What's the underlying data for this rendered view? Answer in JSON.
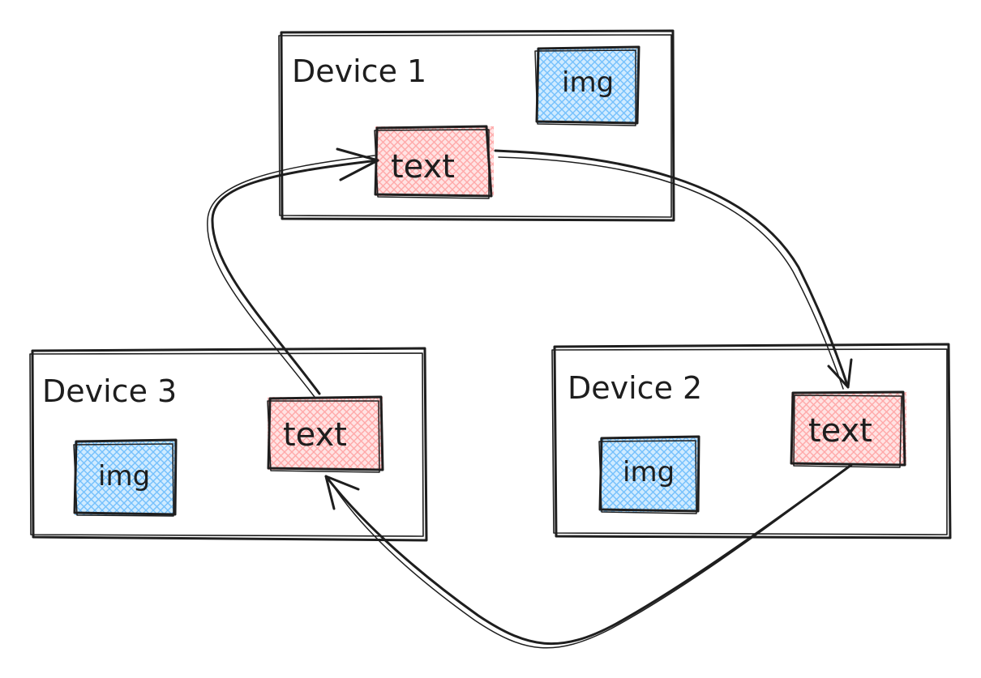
{
  "colors": {
    "ink": "#1e1e1e",
    "text_fill": "#ffc9c9",
    "text_hatch": "#ffa8a8",
    "img_fill": "#a5d8ff",
    "img_hatch": "#74c0fc"
  },
  "devices": [
    {
      "label": "Device 1",
      "text_box": "text",
      "img_box": "img"
    },
    {
      "label": "Device 2",
      "text_box": "text",
      "img_box": "img"
    },
    {
      "label": "Device 3",
      "text_box": "text",
      "img_box": "img"
    }
  ],
  "connections": [
    {
      "from": "Device 1",
      "to": "Device 2"
    },
    {
      "from": "Device 2",
      "to": "Device 3"
    },
    {
      "from": "Device 3",
      "to": "Device 1"
    }
  ]
}
